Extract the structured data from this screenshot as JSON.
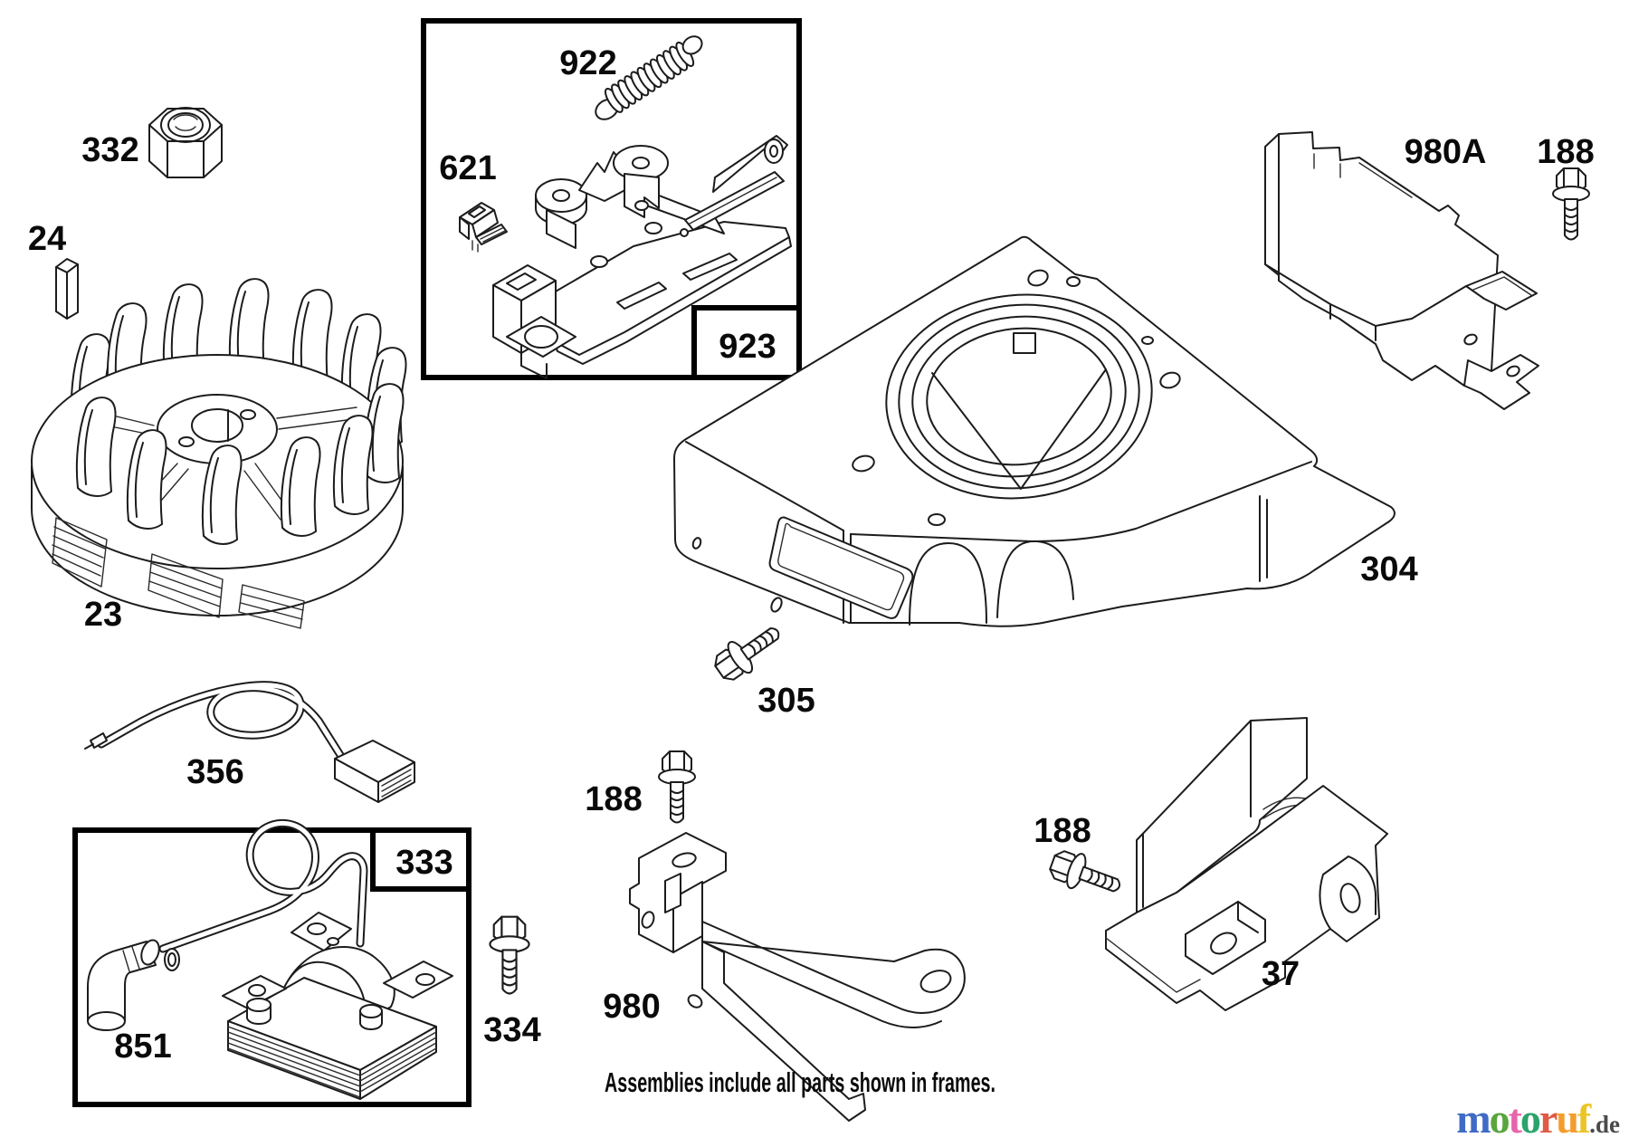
{
  "page": {
    "caption": "Assemblies include all parts shown in frames."
  },
  "part_labels": {
    "nut": "332",
    "flywheel_key": "24",
    "flywheel": "23",
    "governor_spring": "922",
    "cable_clip": "621",
    "brake_assembly_box": "923",
    "bracket_980a": "980A",
    "bolt_top_right": "188",
    "blower_housing": "304",
    "bolt_housing": "305",
    "stop_wire": "356",
    "ignition_box": "333",
    "spark_plug_boot": "851",
    "bolt_ignition": "334",
    "bolt_bracket_mid": "188",
    "bracket_mid": "980",
    "bolt_bracket_right": "188",
    "bracket_right": "37"
  },
  "colors": {
    "line": "#1c1c1c",
    "frame": "#000000",
    "background": "#ffffff"
  },
  "logo": {
    "letters": [
      {
        "char": "m",
        "style": "color:#3f6bc5"
      },
      {
        "char": "o",
        "style": "color:#5aa53e"
      },
      {
        "char": "t",
        "style": "color:#e765ab"
      },
      {
        "char": "o",
        "style": "color:#2aa46b"
      },
      {
        "char": "r",
        "style": "color:#e05a45"
      },
      {
        "char": "u",
        "style": "color:#f59d2c"
      },
      {
        "char": "f",
        "style": "color:#ecc525"
      }
    ],
    "suffix": {
      "text": ".de",
      "style": "color:#4a4a4a"
    }
  }
}
